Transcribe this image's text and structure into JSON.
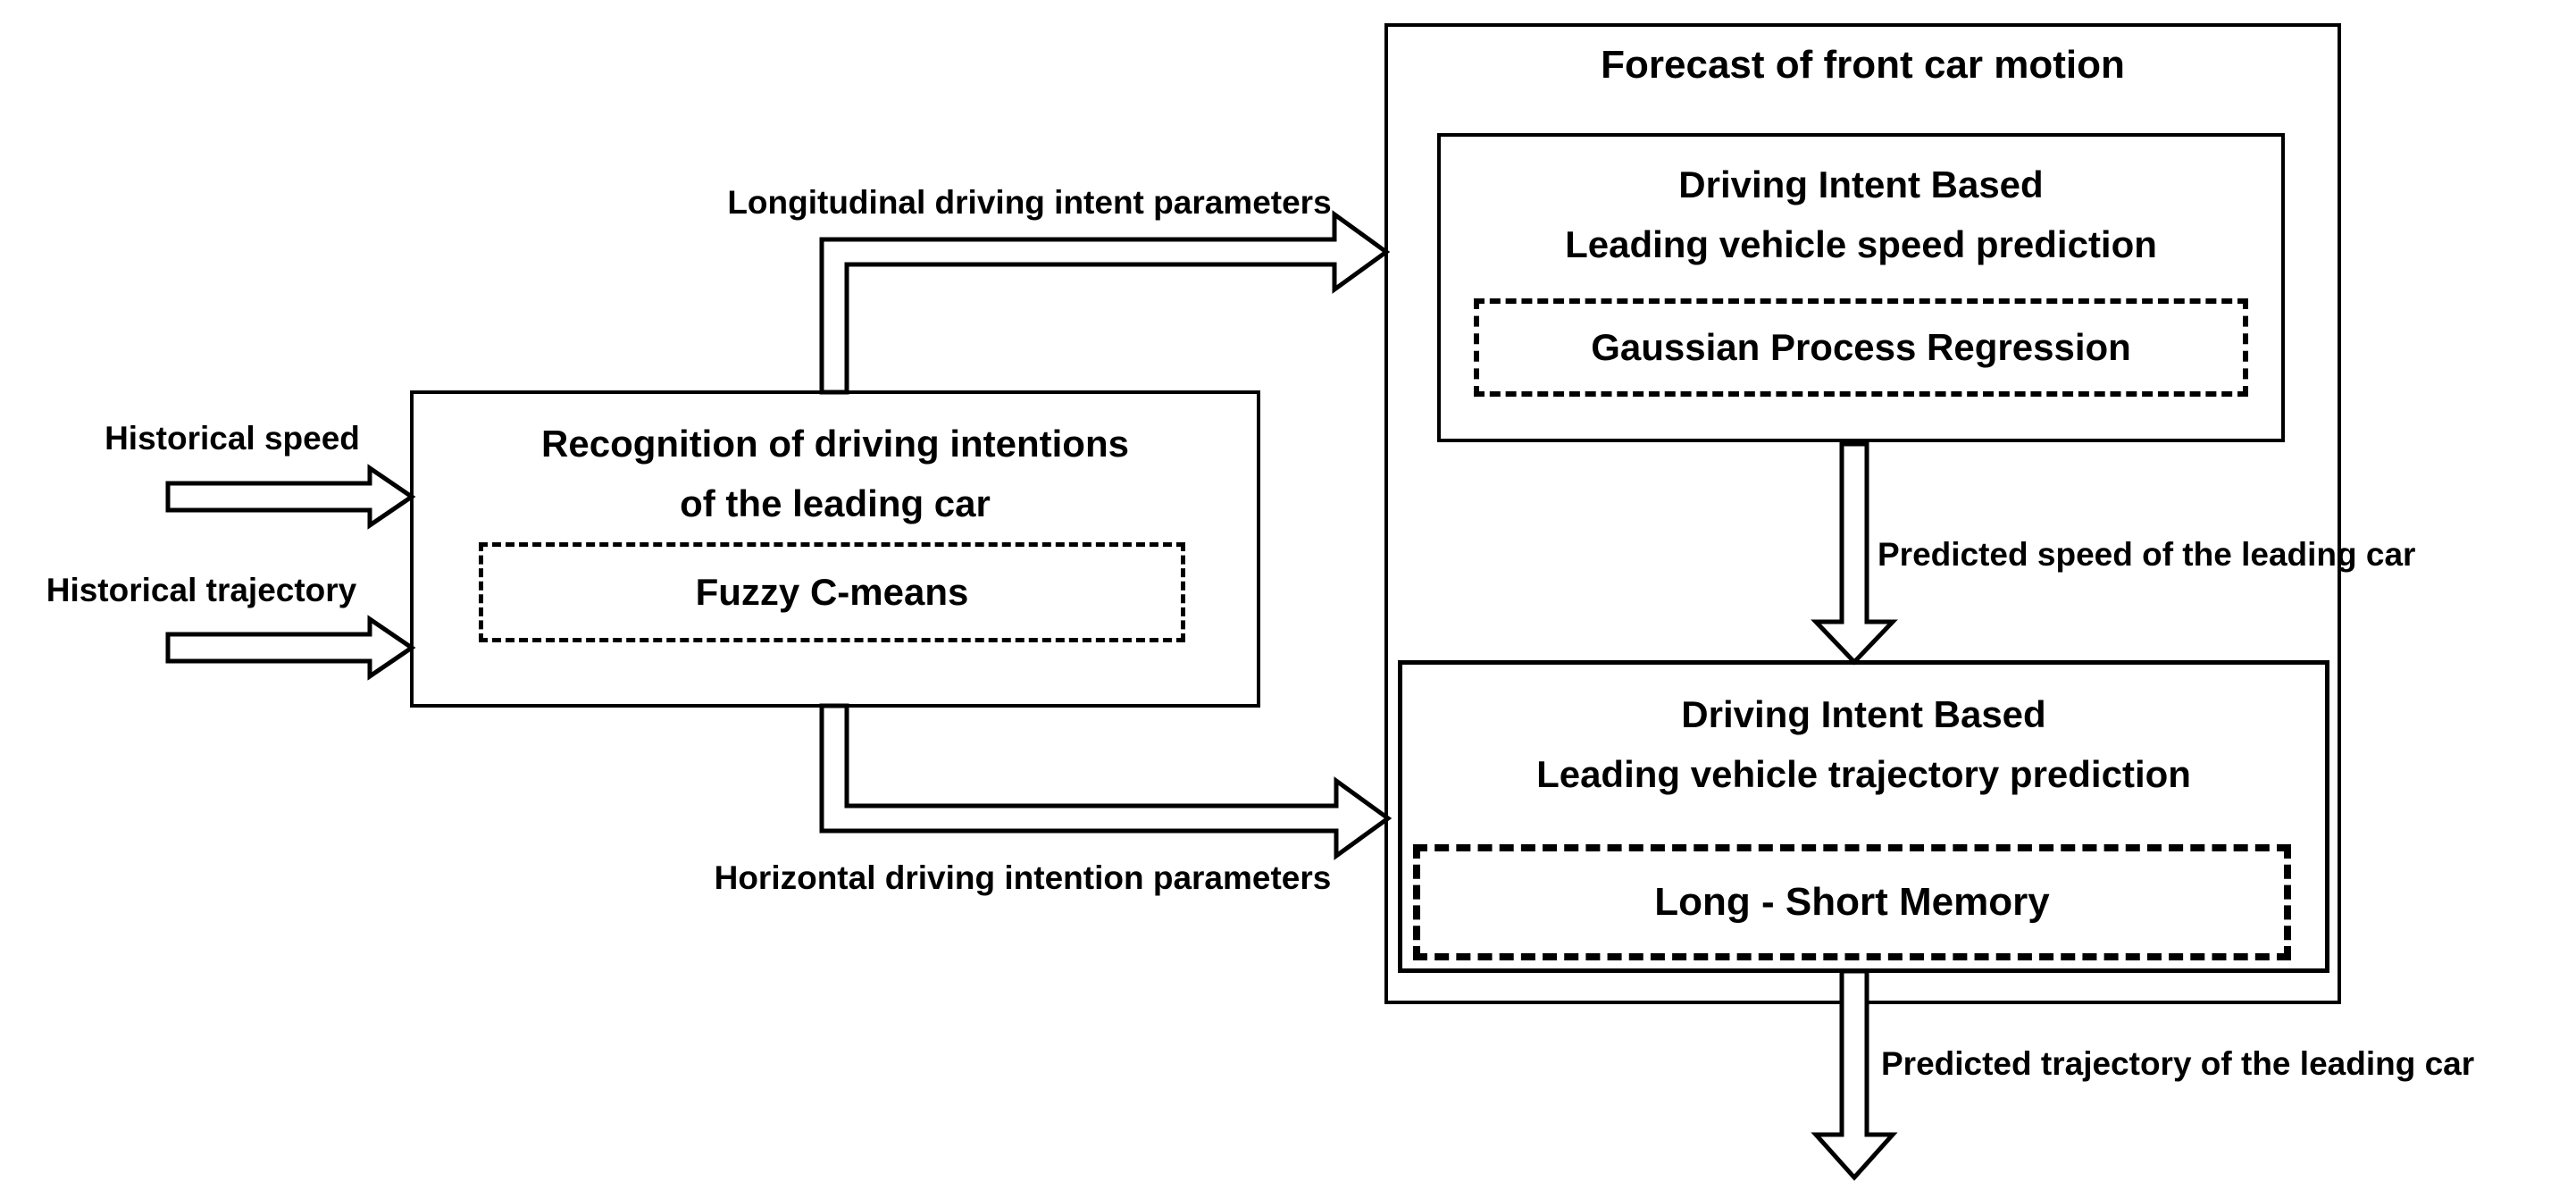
{
  "diagram": {
    "background": "#ffffff",
    "line_color": "#000000",
    "inputs": {
      "historical_speed": "Historical speed",
      "historical_trajectory": "Historical trajectory"
    },
    "recognition": {
      "title_line1": "Recognition of driving intentions",
      "title_line2": "of the leading car",
      "method": "Fuzzy C-means"
    },
    "forecast": {
      "title": "Forecast of front car motion",
      "speed": {
        "title_line1": "Driving Intent Based",
        "title_line2": "Leading vehicle speed prediction",
        "method": "Gaussian Process Regression"
      },
      "trajectory": {
        "title_line1": "Driving Intent Based",
        "title_line2": "Leading vehicle trajectory prediction",
        "method": "Long - Short Memory"
      }
    },
    "labels": {
      "longitudinal": "Longitudinal driving intent parameters",
      "horizontal": "Horizontal driving intention parameters",
      "predicted_speed": "Predicted speed of the leading car",
      "predicted_trajectory": "Predicted trajectory of the leading car"
    }
  }
}
